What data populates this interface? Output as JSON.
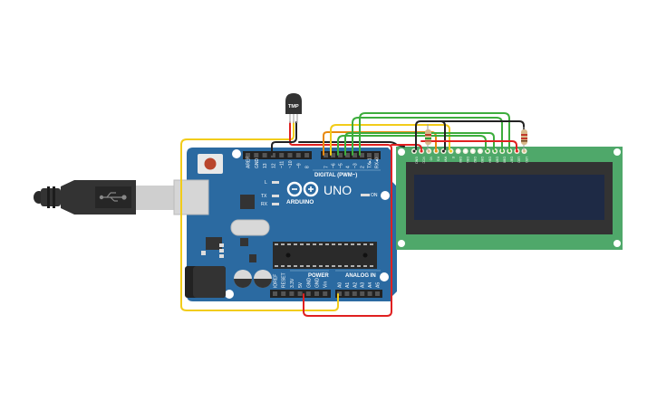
{
  "app": {
    "title": "Tinkercad Circuits - Temperature LCD"
  },
  "arduino": {
    "brand": "ARDUINO",
    "model": "UNO",
    "digital_header": "DIGITAL (PWM~)",
    "power_header": "POWER",
    "analog_header": "ANALOG IN",
    "on_label": "ON",
    "led_labels": [
      "L",
      "TX",
      "RX"
    ],
    "digital_pins": [
      "AREF",
      "GND",
      "13",
      "12",
      "~11",
      "~10",
      "~9",
      "8",
      "7",
      "~6",
      "~5",
      "4",
      "~3",
      "2",
      "TX▸1",
      "RX◂0"
    ],
    "power_pins": [
      "IOREF",
      "RESET",
      "3.3V",
      "5V",
      "GND",
      "GND",
      "Vin"
    ],
    "analog_pins": [
      "A0",
      "A1",
      "A2",
      "A3",
      "A4",
      "A5"
    ]
  },
  "sensor": {
    "label": "TMP"
  },
  "lcd": {
    "pins": [
      "GND",
      "VCC",
      "V0",
      "RS",
      "RW",
      "E",
      "DB0",
      "DB1",
      "DB2",
      "DB3",
      "DB4",
      "DB5",
      "DB6",
      "DB7",
      "LED",
      "LED"
    ]
  },
  "colors": {
    "board": "#2b6aa1",
    "lcd_pcb": "#4fa86a",
    "lcd_screen": "#1e2a45",
    "wire_red": "#e02020",
    "wire_black": "#222222",
    "wire_yellow": "#f2cc1a",
    "wire_orange": "#e8890f",
    "wire_green": "#3dad3d"
  }
}
